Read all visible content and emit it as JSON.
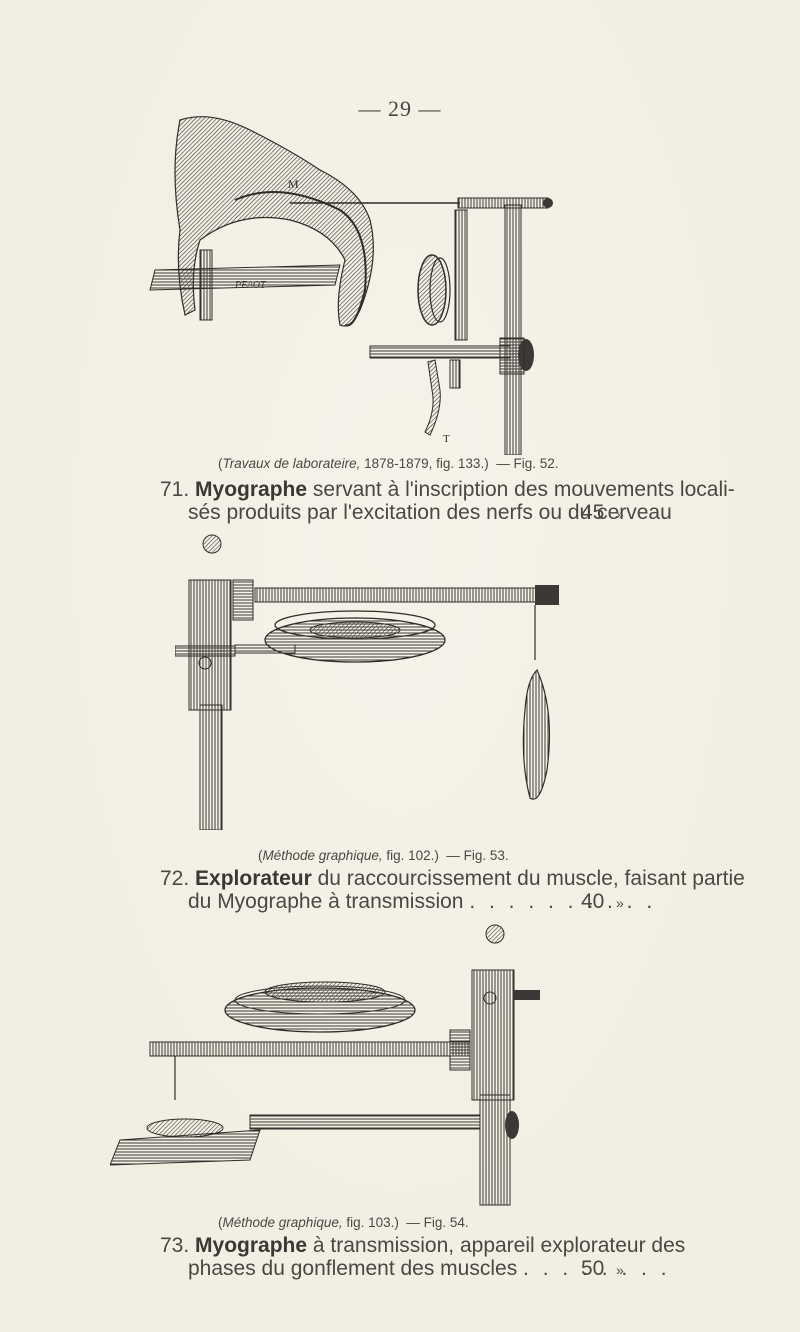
{
  "page_number": "— 29 —",
  "figures": [
    {
      "figure_labels": [
        "M",
        "T"
      ],
      "ink_handwriting": "PE/\\OT",
      "caption_source": "Travaux de laborateire,",
      "caption_detail": "1878-1879, fig. 133.)",
      "caption_open": "(",
      "caption_fig": "— Fig. 52."
    },
    {
      "caption_source": "Méthode graphique,",
      "caption_detail": "fig. 102.)",
      "caption_open": "(",
      "caption_fig": "— Fig. 53."
    },
    {
      "caption_source": "Méthode graphique,",
      "caption_detail": "fig. 103.)",
      "caption_open": "(",
      "caption_fig": "— Fig. 54."
    }
  ],
  "entries": [
    {
      "number": "71.",
      "title": "Myographe",
      "line1_rest": "servant à l'inscription des mouvements locali-",
      "line2": "sés produits par l'excitation des nerfs ou du cerveau",
      "price": "45",
      "unit": "»"
    },
    {
      "number": "72.",
      "title": "Explorateur",
      "line1_rest": "du raccourcissement du muscle, faisant partie",
      "line2": "du Myographe à transmission",
      "leader": ". . . . . . . . . .",
      "price": "40",
      "unit": "»"
    },
    {
      "number": "73.",
      "title": "Myographe",
      "line1_rest": "à transmission, appareil explorateur des",
      "line2": "phases du gonflement des muscles",
      "leader": ". . . . . . . .",
      "price": "50",
      "unit": "»"
    }
  ],
  "colors": {
    "paper": "#f3eee2",
    "ink": "#3d3a37"
  }
}
